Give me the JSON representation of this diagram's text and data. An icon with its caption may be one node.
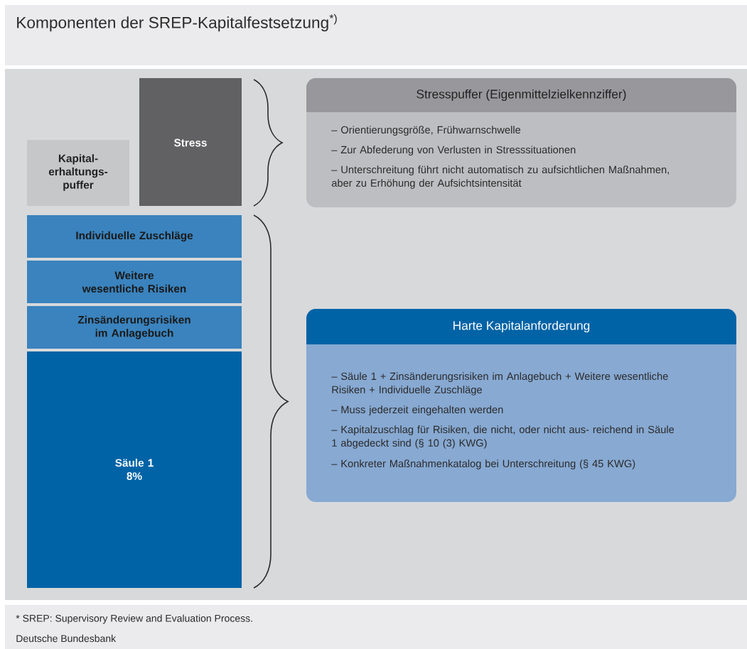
{
  "diagram": {
    "title": "Komponenten der SREP-Kapitalfestsetzung$^{*)}$",
    "nodes": [
      {
        "text": [
          "Kapital- erhaltungs- puffer"
        ]
      },
      {
        "text": [
          "Stress"
        ]
      },
      {
        "text": [
          "Individuelle Zuschläge"
        ]
      },
      {
        "text": [
          "Weitere wesentliche Risiken"
        ]
      },
      {
        "text": [
          "Zinsänderungsrisiken im Anlagebuch"
        ]
      },
      {
        "text": [
          "Säule 1",
          "8%"
        ]
      },
      {
        "text": [
          "Stresspuffer (Eigenmittelzielkennziffer)",
          "– Orientierungsgröße, Frühwarnschwelle",
          "– Zur Abfederung von Verlusten in Stresssituationen",
          "– Unterschreitung führt nicht automatisch zu aufsichtlichen Maßnahmen, aber zu Erhöhung der Aufsichtsintensität"
        ]
      },
      {
        "text": [
          "Harte Kapitalanforderung",
          "– Säule 1 + Zinsänderungsrisiken im Anlagebuch + Weitere wesentliche Risiken + Individuelle Zuschläge",
          "– Muss jederzeit eingehalten werden",
          "– Kapitalzuschlag für Risiken, die nicht, oder nicht aus- reichend in Säule 1 abgedeckt sind (§ 10 (3) KWG)",
          "– Konkreter Maßnahmenkatalog bei Unterschreitung (§ 45 KWG)"
        ]
      }
    ],
    "labels": [
      "* SREP: Supervisory Review and Evaluation Process.",
      "Deutsche Bundesbank"
    ]
  }
}
